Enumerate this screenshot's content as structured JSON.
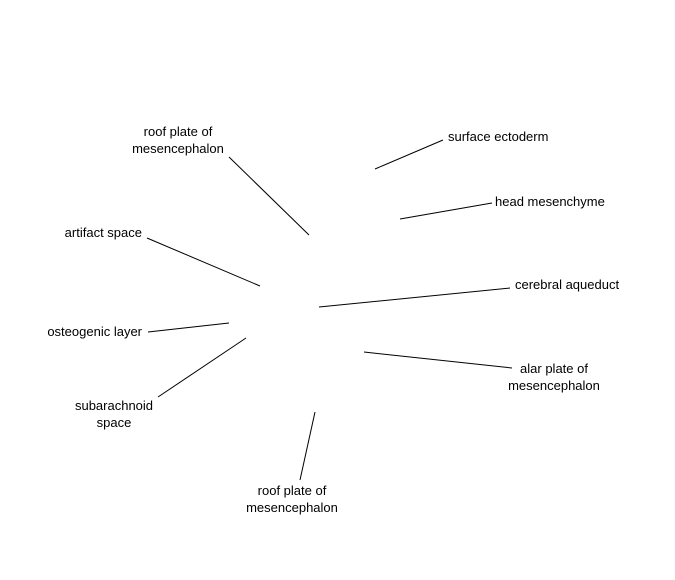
{
  "labels": {
    "roof_plate_top": [
      "roof plate of",
      "mesencephalon"
    ],
    "surface_ectoderm": [
      "surface ectoderm"
    ],
    "head_mesenchyme": [
      "head mesenchyme"
    ],
    "artifact_space": [
      "artifact space"
    ],
    "cerebral_aqueduct": [
      "cerebral aqueduct"
    ],
    "osteogenic_layer": [
      "osteogenic layer"
    ],
    "alar_plate": [
      "alar plate of",
      "mesencephalon"
    ],
    "subarachnoid_space": [
      "subarachnoid",
      "space"
    ],
    "roof_plate_bottom": [
      "roof plate of",
      "mesencephalon"
    ]
  },
  "colors": {
    "line": "#000000",
    "text": "#000000",
    "background": "#ffffff"
  }
}
